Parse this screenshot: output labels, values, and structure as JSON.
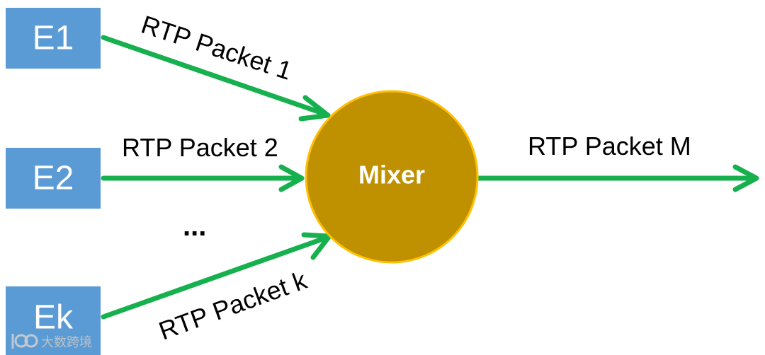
{
  "nodes": {
    "e1": "E1",
    "e2": "E2",
    "ek": "Ek",
    "mixer": "Mixer"
  },
  "edges": {
    "packet_1": "RTP Packet 1",
    "packet_2": "RTP Packet 2",
    "packet_k": "RTP Packet k",
    "packet_m": "RTP Packet M"
  },
  "ellipsis": "...",
  "watermark": "大数跨境",
  "colors": {
    "endpoint_box": "#5b9bd5",
    "arrow": "#17b04e",
    "mixer_fill": "#bf9000",
    "mixer_stroke": "#ffc000"
  }
}
